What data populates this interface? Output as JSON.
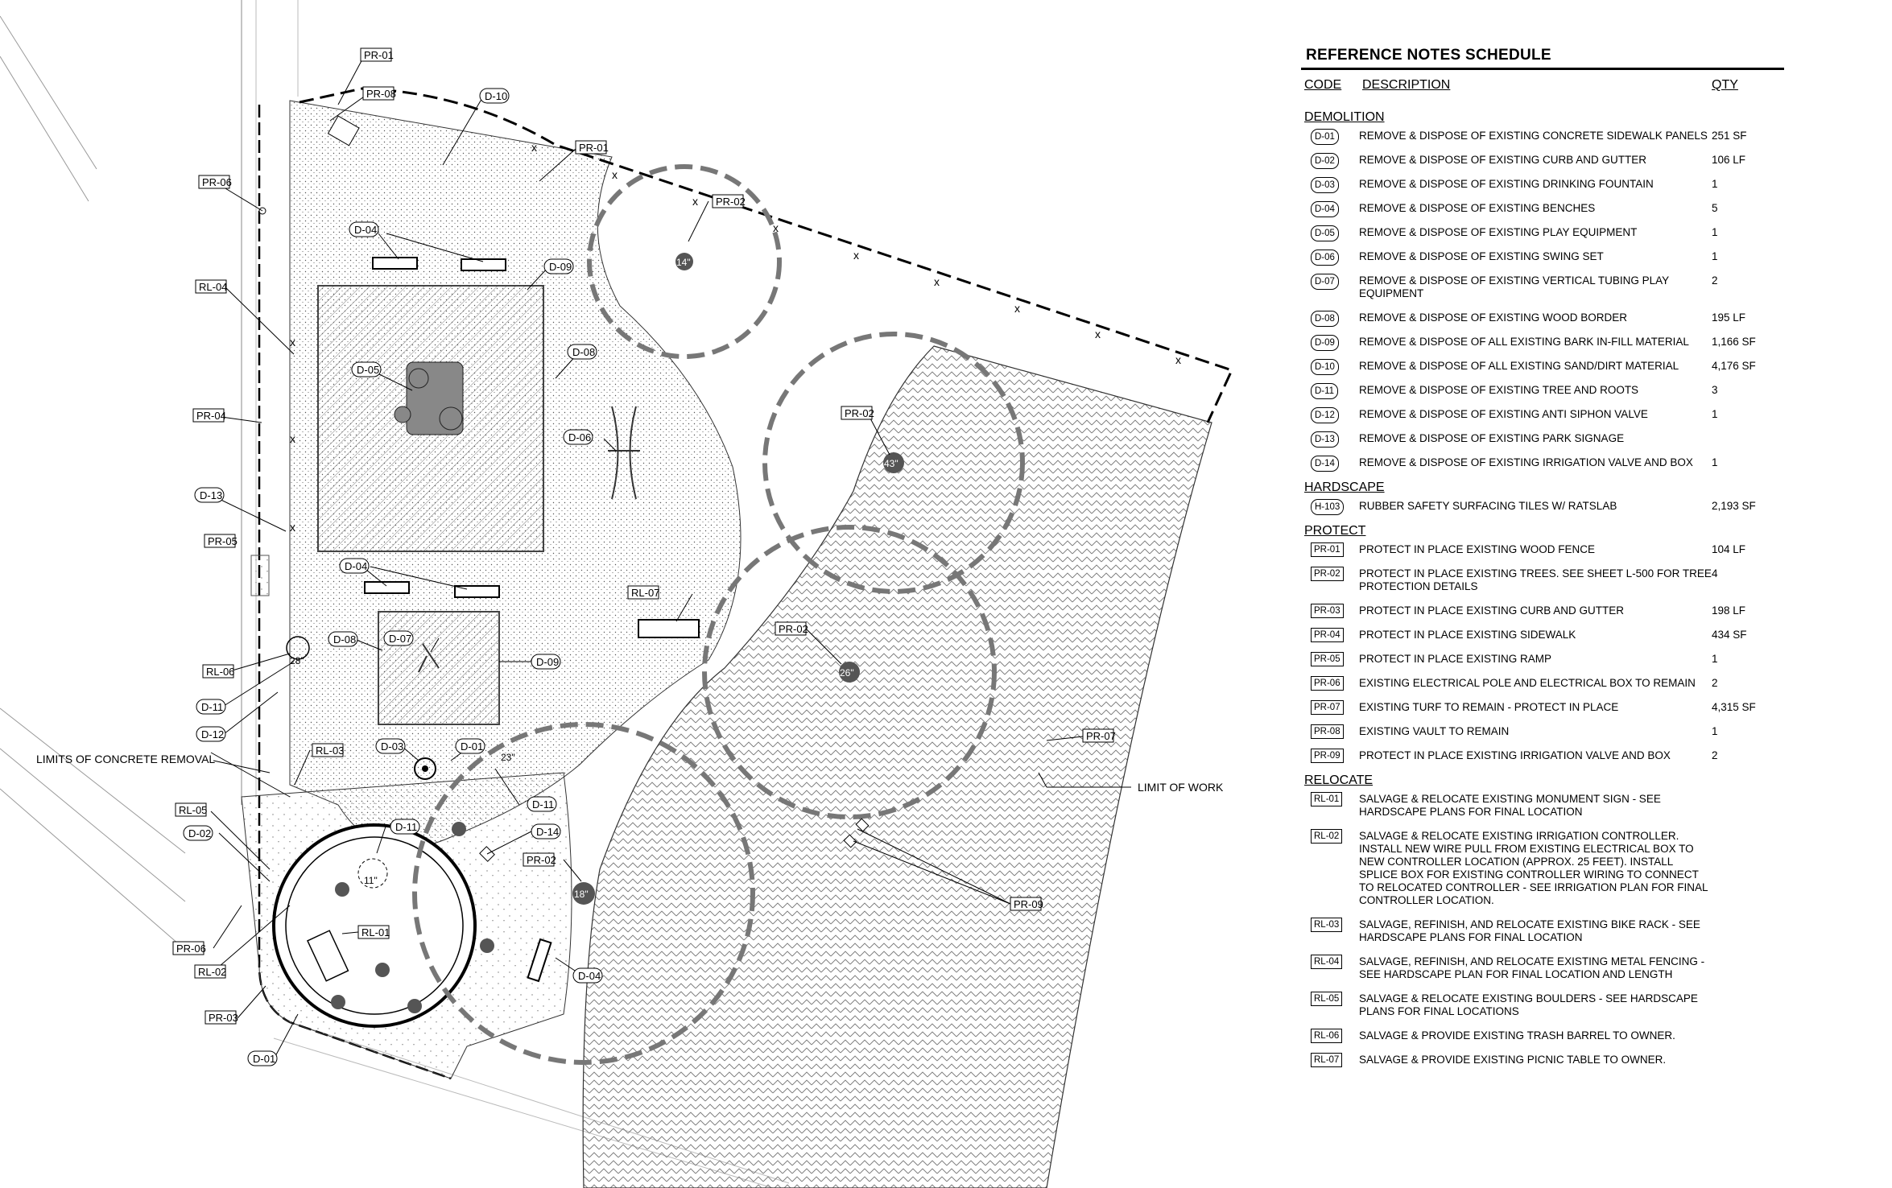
{
  "schedule": {
    "title": "REFERENCE NOTES SCHEDULE",
    "headers": {
      "code": "CODE",
      "description": "DESCRIPTION",
      "qty": "QTY"
    },
    "sections": [
      {
        "title": "DEMOLITION",
        "style": "hex",
        "items": [
          {
            "code": "D-01",
            "description": "REMOVE & DISPOSE OF EXISTING CONCRETE SIDEWALK PANELS",
            "qty": "251 SF"
          },
          {
            "code": "D-02",
            "description": "REMOVE & DISPOSE OF EXISTING CURB AND GUTTER",
            "qty": "106 LF"
          },
          {
            "code": "D-03",
            "description": "REMOVE & DISPOSE OF EXISTING DRINKING FOUNTAIN",
            "qty": "1"
          },
          {
            "code": "D-04",
            "description": "REMOVE & DISPOSE OF EXISTING BENCHES",
            "qty": "5"
          },
          {
            "code": "D-05",
            "description": "REMOVE & DISPOSE OF EXISTING PLAY EQUIPMENT",
            "qty": "1"
          },
          {
            "code": "D-06",
            "description": "REMOVE & DISPOSE OF EXISTING SWING SET",
            "qty": "1"
          },
          {
            "code": "D-07",
            "description": "REMOVE & DISPOSE OF EXISTING VERTICAL TUBING PLAY EQUIPMENT",
            "qty": "2"
          },
          {
            "code": "D-08",
            "description": "REMOVE & DISPOSE OF EXISTING WOOD BORDER",
            "qty": "195 LF"
          },
          {
            "code": "D-09",
            "description": "REMOVE & DISPOSE OF ALL EXISTING BARK IN-FILL MATERIAL",
            "qty": "1,166 SF"
          },
          {
            "code": "D-10",
            "description": "REMOVE & DISPOSE OF ALL EXISTING SAND/DIRT MATERIAL",
            "qty": "4,176 SF"
          },
          {
            "code": "D-11",
            "description": "REMOVE & DISPOSE OF EXISTING TREE AND ROOTS",
            "qty": "3"
          },
          {
            "code": "D-12",
            "description": "REMOVE & DISPOSE OF EXISTING ANTI SIPHON VALVE",
            "qty": "1"
          },
          {
            "code": "D-13",
            "description": "REMOVE & DISPOSE OF EXISTING PARK SIGNAGE",
            "qty": ""
          },
          {
            "code": "D-14",
            "description": "REMOVE & DISPOSE OF EXISTING IRRIGATION VALVE AND BOX",
            "qty": "1"
          }
        ]
      },
      {
        "title": "HARDSCAPE",
        "style": "hex",
        "items": [
          {
            "code": "H-103",
            "description": "RUBBER SAFETY SURFACING TILES W/ RATSLAB",
            "qty": "2,193 SF"
          }
        ]
      },
      {
        "title": "PROTECT",
        "style": "box",
        "items": [
          {
            "code": "PR-01",
            "description": "PROTECT IN PLACE EXISTING WOOD FENCE",
            "qty": "104 LF"
          },
          {
            "code": "PR-02",
            "description": "PROTECT IN PLACE EXISTING TREES. SEE SHEET L-500 FOR TREE PROTECTION DETAILS",
            "qty": "4"
          },
          {
            "code": "PR-03",
            "description": "PROTECT IN PLACE EXISTING CURB AND GUTTER",
            "qty": "198 LF"
          },
          {
            "code": "PR-04",
            "description": "PROTECT IN PLACE EXISTING SIDEWALK",
            "qty": "434 SF"
          },
          {
            "code": "PR-05",
            "description": "PROTECT IN PLACE EXISTING RAMP",
            "qty": "1"
          },
          {
            "code": "PR-06",
            "description": "EXISTING ELECTRICAL POLE AND ELECTRICAL BOX TO REMAIN",
            "qty": "2"
          },
          {
            "code": "PR-07",
            "description": "EXISTING TURF TO REMAIN - PROTECT IN PLACE",
            "qty": "4,315 SF"
          },
          {
            "code": "PR-08",
            "description": "EXISTING VAULT TO REMAIN",
            "qty": "1"
          },
          {
            "code": "PR-09",
            "description": "PROTECT IN PLACE EXISTING IRRIGATION VALVE AND BOX",
            "qty": "2"
          }
        ]
      },
      {
        "title": "RELOCATE",
        "style": "box",
        "items": [
          {
            "code": "RL-01",
            "description": "SALVAGE & RELOCATE EXISTING MONUMENT SIGN - SEE HARDSCAPE PLANS FOR FINAL LOCATION",
            "qty": ""
          },
          {
            "code": "RL-02",
            "description": "SALVAGE & RELOCATE EXISTING IRRIGATION CONTROLLER. INSTALL NEW WIRE PULL FROM EXISTING ELECTRICAL BOX TO NEW CONTROLLER LOCATION (APPROX. 25 FEET). INSTALL SPLICE BOX FOR EXISTING CONTROLLER WIRING TO CONNECT TO RELOCATED CONTROLLER - SEE IRRIGATION PLAN FOR FINAL CONTROLLER LOCATION.",
            "qty": ""
          },
          {
            "code": "RL-03",
            "description": "SALVAGE, REFINISH, AND RELOCATE EXISTING BIKE RACK - SEE HARDSCAPE PLANS FOR FINAL LOCATION",
            "qty": ""
          },
          {
            "code": "RL-04",
            "description": "SALVAGE, REFINISH, AND RELOCATE EXISTING METAL FENCING - SEE HARDSCAPE PLAN FOR FINAL LOCATION AND LENGTH",
            "qty": ""
          },
          {
            "code": "RL-05",
            "description": "SALVAGE & RELOCATE EXISTING BOULDERS - SEE HARDSCAPE PLANS FOR FINAL LOCATIONS",
            "qty": ""
          },
          {
            "code": "RL-06",
            "description": "SALVAGE & PROVIDE EXISTING TRASH BARREL TO OWNER.",
            "qty": ""
          },
          {
            "code": "RL-07",
            "description": "SALVAGE & PROVIDE EXISTING PICNIC TABLE TO OWNER.",
            "qty": ""
          }
        ]
      }
    ]
  },
  "plan": {
    "labels": {
      "limits_concrete": "LIMITS OF CONCRETE REMOVAL",
      "limit_of_work": "LIMIT OF WORK"
    },
    "tree_sizes": [
      "14\"",
      "43\"",
      "26\"",
      "18\"",
      "23\"",
      "28\"",
      "11\""
    ],
    "callouts": [
      "PR-01",
      "PR-08",
      "D-10",
      "PR-06",
      "PR-01",
      "D-04",
      "D-09",
      "PR-02",
      "RL-04",
      "D-08",
      "D-05",
      "PR-04",
      "D-06",
      "PR-02",
      "D-13",
      "PR-05",
      "D-04",
      "RL-07",
      "PR-02",
      "D-08",
      "D-07",
      "D-09",
      "RL-06",
      "D-11",
      "D-12",
      "RL-03",
      "D-03",
      "D-01",
      "D-11",
      "PR-07",
      "RL-05",
      "D-02",
      "D-11",
      "D-14",
      "PR-02",
      "RL-01",
      "PR-06",
      "RL-02",
      "D-04",
      "PR-09",
      "PR-03",
      "D-01"
    ]
  }
}
